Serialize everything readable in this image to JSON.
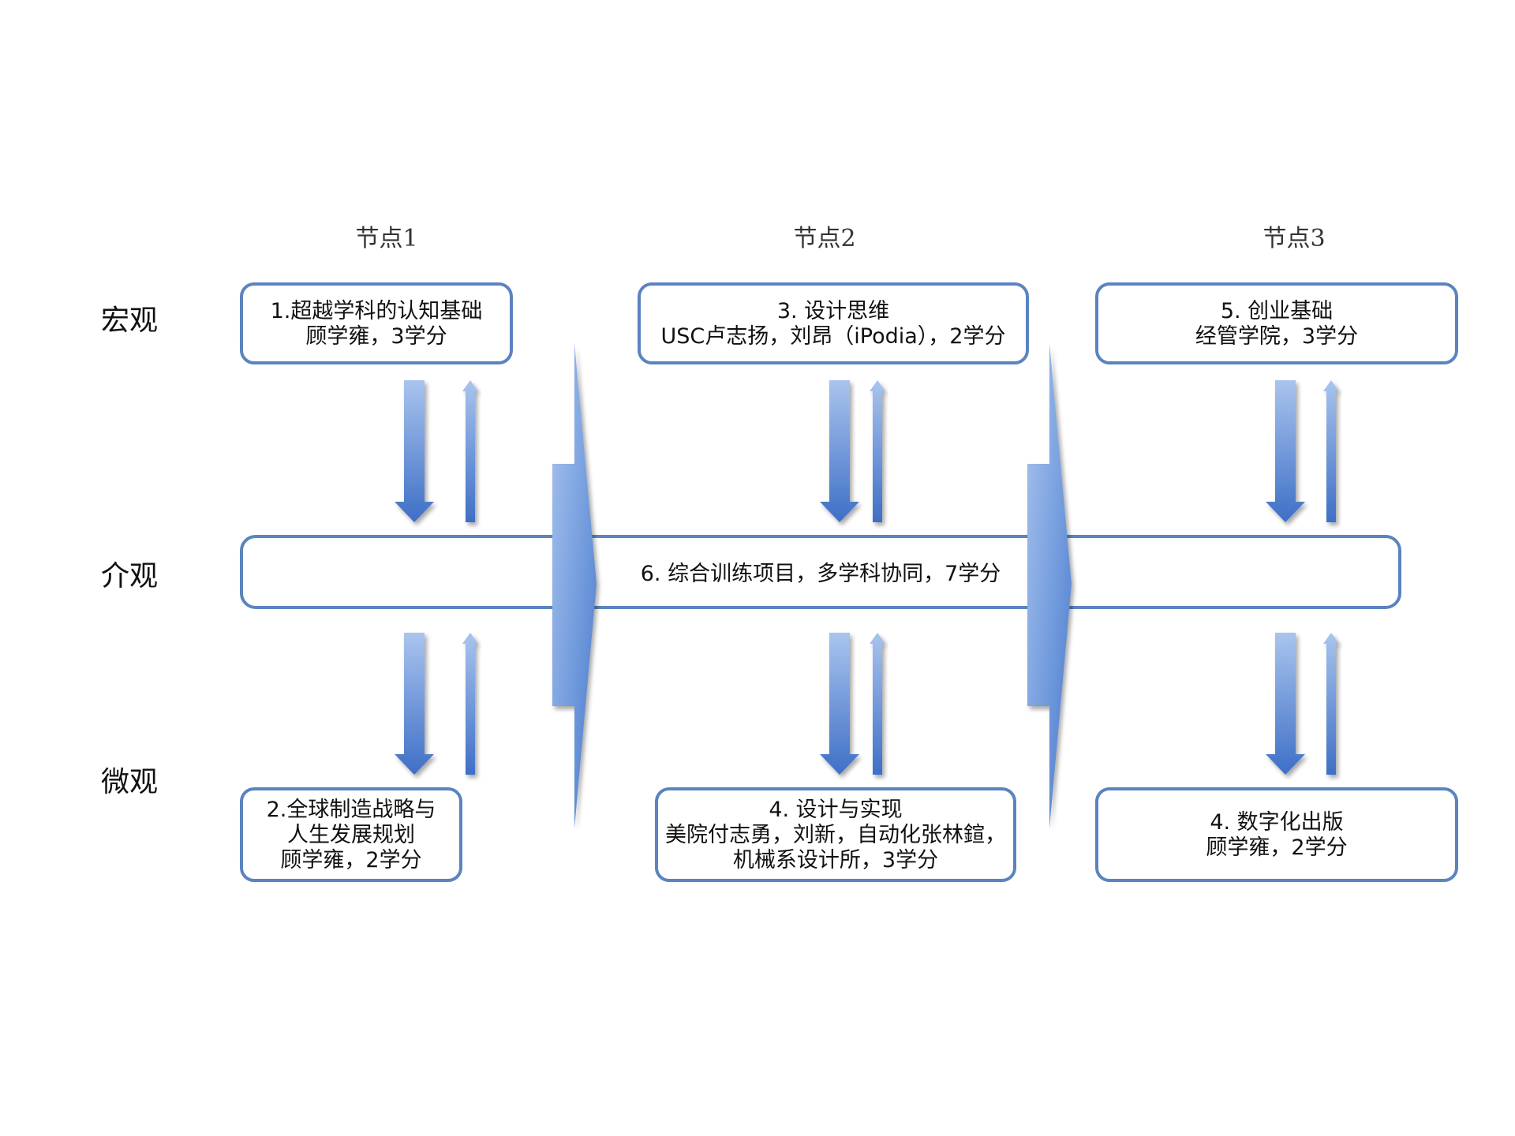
{
  "nodes": [
    {
      "label": "节点1"
    },
    {
      "label": "节点2"
    },
    {
      "label": "节点3"
    }
  ],
  "levels": {
    "macro": "宏观",
    "meso": "介观",
    "micro": "微观"
  },
  "courses": {
    "c1": {
      "lines": [
        "1.超越学科的认知基础",
        "顾学雍，3学分"
      ]
    },
    "c3": {
      "lines": [
        "3.  设计思维",
        "USC卢志扬，刘昂（iPodia），2学分"
      ]
    },
    "c5": {
      "lines": [
        "5.  创业基础",
        "经管学院，3学分"
      ]
    },
    "c2": {
      "lines": [
        "2.全球制造战略与",
        "人生发展规划",
        "顾学雍，2学分"
      ]
    },
    "c4": {
      "lines": [
        "4.  设计与实现",
        "美院付志勇，刘新，自动化张林鍹，",
        "机械系设计所，3学分"
      ]
    },
    "c4b": {
      "lines": [
        "4.  数字化出版",
        "顾学雍，2学分"
      ]
    }
  },
  "project": {
    "label": "6.  综合训练项目，多学科协同，7学分"
  },
  "colors": {
    "border": "#5b84bf",
    "arrow_light": "#a9c4ee",
    "arrow_dark": "#3e6fc6"
  }
}
